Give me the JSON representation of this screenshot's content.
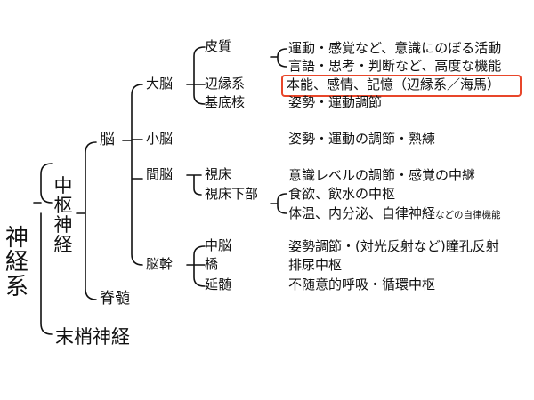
{
  "highlight_color": "#e8462a",
  "root": [
    "神",
    "経",
    "系"
  ],
  "central": [
    "中",
    "枢",
    "神",
    "経"
  ],
  "peripheral": "末梢神経",
  "brain": "脳",
  "spinal_cord": "脊髄",
  "cerebrum": "大脳",
  "cerebellum": "小脳",
  "diencephalon": "間脳",
  "brainstem": "脳幹",
  "cortex": "皮質",
  "limbic": "辺縁系",
  "basal_ganglia": "基底核",
  "thalamus": "視床",
  "hypothalamus": "視床下部",
  "midbrain": "中脳",
  "pons": "橋",
  "medulla": "延髄",
  "functions": {
    "cortex_1": "運動・感覚など、意識にのぼる活動",
    "cortex_2": "言語・思考・判断など、高度な機能",
    "limbic": "本能、感情、記憶（辺縁系／海馬）",
    "basal_ganglia": "姿勢・運動調節",
    "cerebellum": "姿勢・運動の調節・熟練",
    "thalamus": "意識レベルの調節・感覚の中継",
    "hypo_1": "食欲、飲水の中枢",
    "hypo_2_main": "体温、内分泌、自律神経",
    "hypo_2_small": "などの自律機能",
    "midbrain": "姿勢調節・(対光反射など)瞳孔反射",
    "pons": "排尿中枢",
    "medulla": "不随意的呼吸・循環中枢"
  }
}
